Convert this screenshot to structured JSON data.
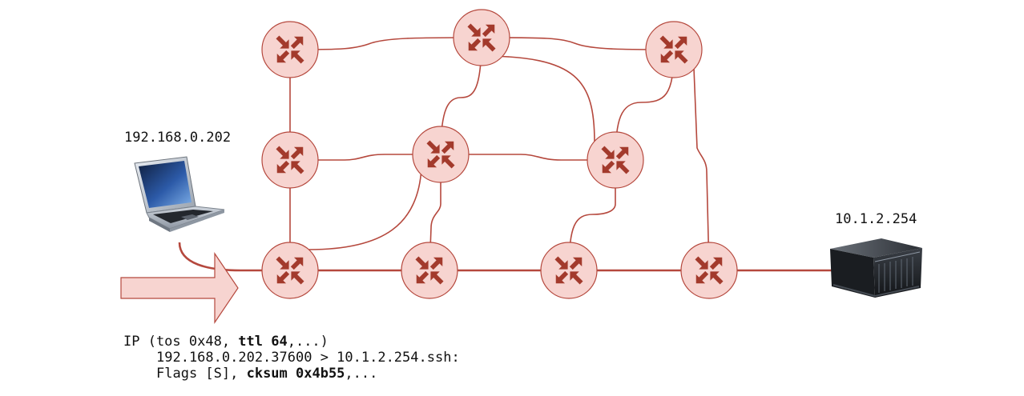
{
  "hosts": {
    "laptop": {
      "label": "192.168.0.202",
      "icon": "laptop-icon"
    },
    "server": {
      "label": "10.1.2.254",
      "icon": "server-icon"
    }
  },
  "router": {
    "icon": "router-icon",
    "fill": "#f7d4d0",
    "stroke": "#b5483d",
    "arrow_color": "#a33a2c"
  },
  "link_color": "#b5483d",
  "direction_arrow": {
    "icon": "right-arrow-icon",
    "fill": "#f7d4d0",
    "stroke": "#b5483d"
  },
  "packet": {
    "line1_prefix": "IP (tos 0x48, ",
    "line1_bold": "ttl 64",
    "line1_suffix": ",...)",
    "line2": "192.168.0.202.37600 > 10.1.2.254.ssh:",
    "line3_prefix": "Flags [S], ",
    "line3_bold": "cksum 0x4b55",
    "line3_suffix": ",..."
  }
}
